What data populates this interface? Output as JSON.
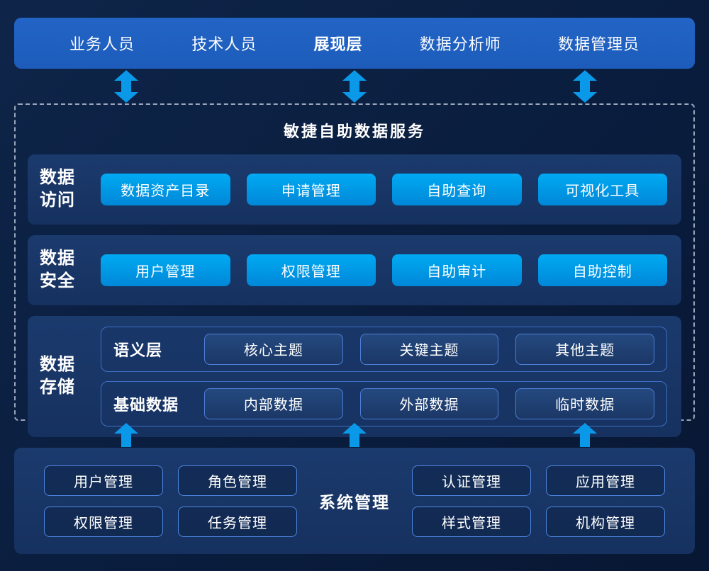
{
  "colors": {
    "background": "#0a1c3c",
    "top-bar": "#1d5cba",
    "panel": "#16315f",
    "button-cyan": "#0087d8",
    "arrow": "#0a98e8",
    "outline": "#4d86e0"
  },
  "top_bar": {
    "items": [
      {
        "label": "业务人员"
      },
      {
        "label": "技术人员"
      },
      {
        "label": "展现层"
      },
      {
        "label": "数据分析师"
      },
      {
        "label": "数据管理员"
      }
    ]
  },
  "service": {
    "title": "敏捷自助数据服务",
    "rows": [
      {
        "label": "数据访问",
        "buttons": [
          "数据资产目录",
          "申请管理",
          "自助查询",
          "可视化工具"
        ]
      },
      {
        "label": "数据安全",
        "buttons": [
          "用户管理",
          "权限管理",
          "自助审计",
          "自助控制"
        ]
      }
    ],
    "storage": {
      "label": "数据存储",
      "groups": [
        {
          "label": "语义层",
          "buttons": [
            "核心主题",
            "关键主题",
            "其他主题"
          ]
        },
        {
          "label": "基础数据",
          "buttons": [
            "内部数据",
            "外部数据",
            "临时数据"
          ]
        }
      ]
    }
  },
  "system": {
    "title": "系统管理",
    "left_buttons": [
      "用户管理",
      "角色管理",
      "权限管理",
      "任务管理"
    ],
    "right_buttons": [
      "认证管理",
      "应用管理",
      "样式管理",
      "机构管理"
    ]
  }
}
